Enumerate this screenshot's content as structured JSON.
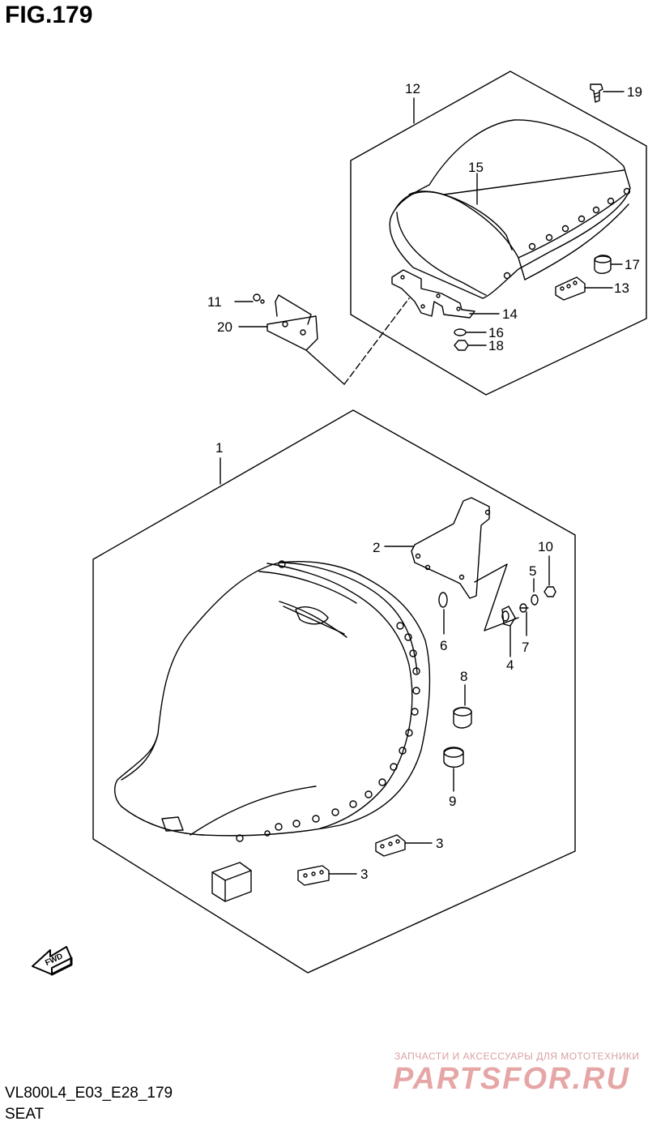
{
  "figure": {
    "title": "FIG.179",
    "model_code": "VL800L4_E03_E28_179",
    "section_name": "SEAT",
    "fwd_label": "FWD"
  },
  "callouts": {
    "c1": "1",
    "c2": "2",
    "c3a": "3",
    "c3b": "3",
    "c4": "4",
    "c5": "5",
    "c6": "6",
    "c7": "7",
    "c8": "8",
    "c9": "9",
    "c10": "10",
    "c11": "11",
    "c12": "12",
    "c13": "13",
    "c14": "14",
    "c15": "15",
    "c16": "16",
    "c17": "17",
    "c18": "18",
    "c19": "19",
    "c20": "20"
  },
  "watermark": {
    "tagline": "ЗАПЧАСТИ И АКСЕССУАРЫ ДЛЯ МОТОТЕХНИКИ",
    "logo_text": "PARTSFOR.RU"
  },
  "colors": {
    "line": "#000000",
    "watermark": "#e6a6a6",
    "background": "#ffffff"
  }
}
